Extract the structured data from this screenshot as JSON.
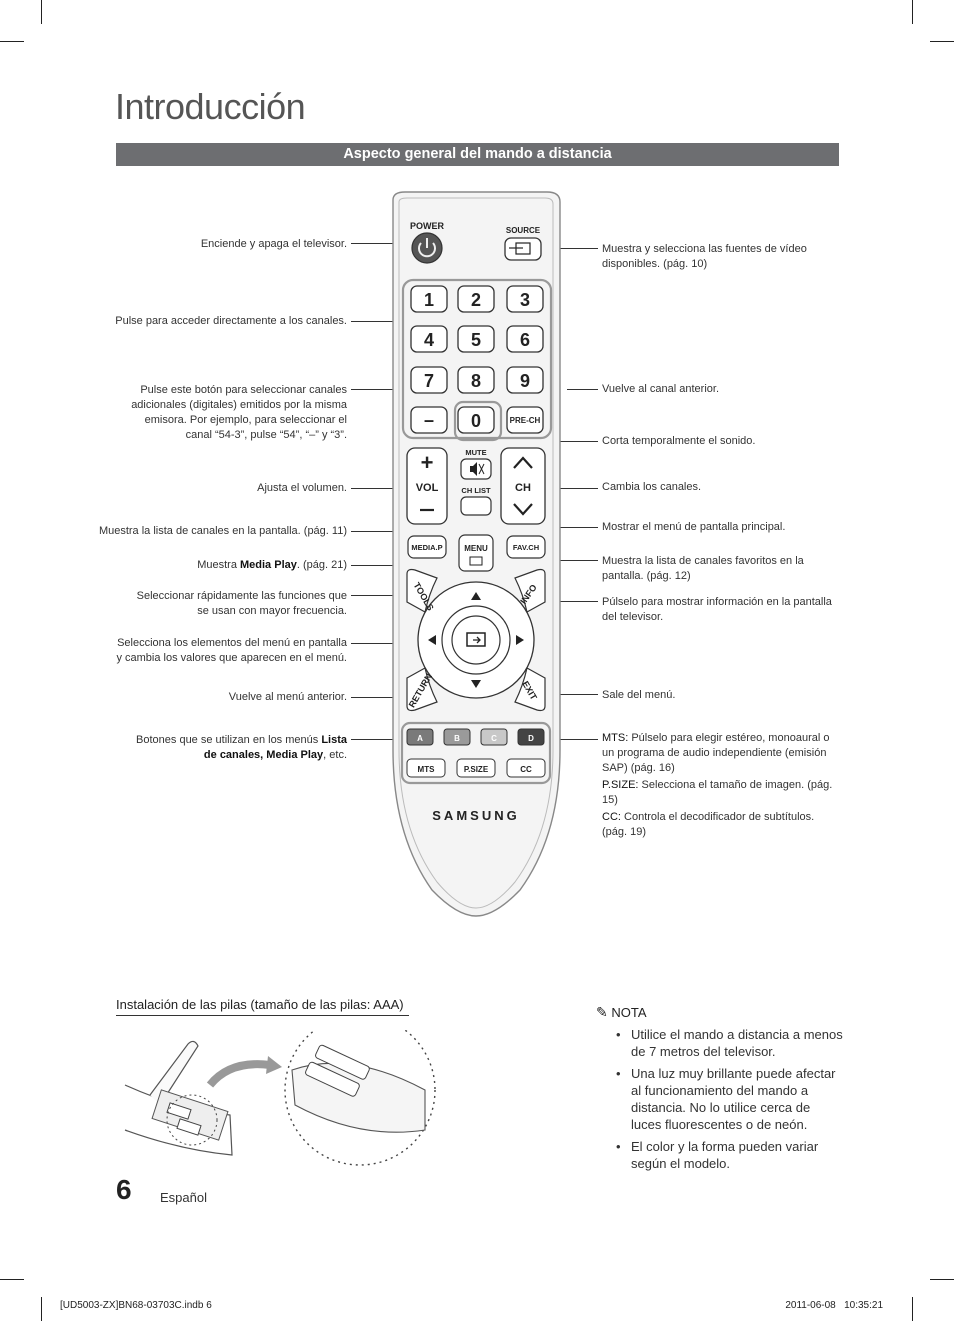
{
  "page": {
    "title": "Introducción",
    "section_bar": "Aspecto general del mando a distancia",
    "page_number": "6",
    "language": "Español",
    "footer_left": "[UD5003-ZX]BN68-03703C.indb   6",
    "footer_right": "2011-06-08     10:35:21"
  },
  "left_labels": [
    {
      "text": "Enciende y apaga el televisor."
    },
    {
      "text": "Pulse para acceder directamente a los canales."
    },
    {
      "text": "Pulse este botón para seleccionar canales adicionales (digitales) emitidos por la misma emisora. Por ejemplo, para seleccionar el canal “54-3”, pulse “54”, “–” y “3”."
    },
    {
      "text": "Ajusta el volumen."
    },
    {
      "text": "Muestra la lista de canales en la pantalla. (pág. 11)"
    },
    {
      "pre": "Muestra ",
      "bold": "Media Play",
      "post": ". (pág. 21)"
    },
    {
      "text": "Seleccionar rápidamente las funciones que se usan con mayor frecuencia."
    },
    {
      "text": "Selecciona los elementos del menú en pantalla y cambia los valores que aparecen en el menú."
    },
    {
      "text": "Vuelve al menú anterior."
    },
    {
      "pre": "Botones que se utilizan en los menús ",
      "bold": "Lista de canales, Media Play",
      "post": ", etc."
    }
  ],
  "right_labels": [
    {
      "text": "Muestra y selecciona las fuentes de vídeo disponibles. (pág. 10)"
    },
    {
      "text": "Vuelve al canal anterior."
    },
    {
      "text": "Corta temporalmente el sonido."
    },
    {
      "text": "Cambia los canales."
    },
    {
      "text": "Mostrar el menú de pantalla principal."
    },
    {
      "text": "Muestra la lista de canales favoritos en la pantalla. (pág. 12)"
    },
    {
      "text": "Púlselo para mostrar información en la pantalla del televisor."
    },
    {
      "text": "Sale del menú."
    }
  ],
  "button_notes": [
    {
      "key": "MTS:",
      "text": "Púlselo para elegir estéreo, monoaural o un programa de audio independiente (emisión SAP) (pág. 16)"
    },
    {
      "key": "P.SIZE:",
      "text": "Selecciona el tamaño de imagen. (pág. 15)"
    },
    {
      "key": "CC:",
      "text": "Controla el decodificador de subtítulos. (pág. 19)"
    }
  ],
  "remote": {
    "power": "POWER",
    "source": "SOURCE",
    "digits": [
      "1",
      "2",
      "3",
      "4",
      "5",
      "6",
      "7",
      "8",
      "9"
    ],
    "dash": "–",
    "zero": "0",
    "prech": "PRE-CH",
    "mute": "MUTE",
    "chlist": "CH LIST",
    "vol": "VOL",
    "ch": "CH",
    "mediap": "MEDIA.P",
    "menu": "MENU",
    "favch": "FAV.CH",
    "tools": "TOOLS",
    "info": "INFO",
    "return": "RETURN",
    "exit": "EXIT",
    "colors": [
      {
        "label": "A",
        "color": "#7a7a7a"
      },
      {
        "label": "B",
        "color": "#9a9a9a"
      },
      {
        "label": "C",
        "color": "#c8c8c8"
      },
      {
        "label": "D",
        "color": "#444444"
      }
    ],
    "mts": "MTS",
    "psize": "P.SIZE",
    "cc": "CC",
    "brand": "SAMSUNG"
  },
  "batteries": {
    "heading": "Instalación de las pilas",
    "heading_paren": "tamaño de las pilas: AAA"
  },
  "nota": {
    "heading": "NOTA",
    "items": [
      "Utilice el mando a distancia a menos de 7 metros del televisor.",
      "Una luz muy brillante puede afectar al funcionamiento del mando a distancia. No lo utilice cerca de luces fluorescentes o de neón.",
      "El color y la forma pueden variar según el modelo."
    ]
  }
}
